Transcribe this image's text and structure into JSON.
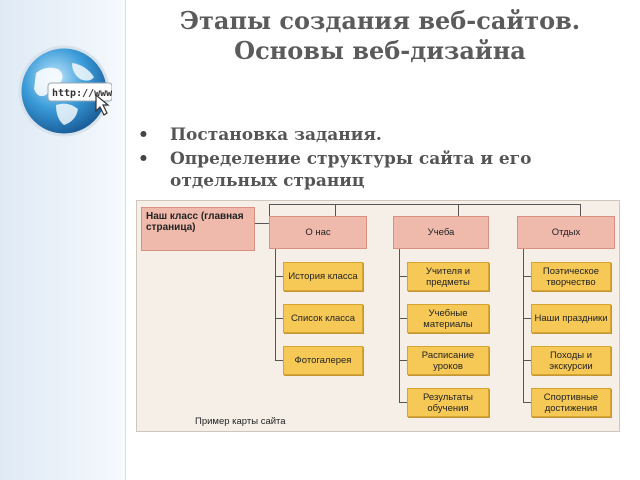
{
  "slide": {
    "title": "Этапы создания веб-сайтов. Основы веб-дизайна",
    "globe_label": "http://www.",
    "bullets": [
      "Постановка  задания.",
      "Определение структуры сайта и его отдельных страниц"
    ]
  },
  "sitemap": {
    "main_page": "Наш класс (главная страница)",
    "sections": [
      {
        "label": "О нас",
        "children": [
          "История класса",
          "Список класса",
          "Фотогалерея"
        ]
      },
      {
        "label": "Учеба",
        "children": [
          "Учителя и предметы",
          "Учебные материалы",
          "Расписание уроков",
          "Результаты обучения"
        ]
      },
      {
        "label": "Отдых",
        "children": [
          "Поэтическое творчество",
          "Наши праздники",
          "Походы и экскурсии",
          "Спортивные достижения"
        ]
      }
    ],
    "caption": "Пример карты сайта"
  },
  "colors": {
    "accent_pink": "#efb9ac",
    "accent_yellow": "#f6c957",
    "title_text": "#5b5b5b"
  }
}
